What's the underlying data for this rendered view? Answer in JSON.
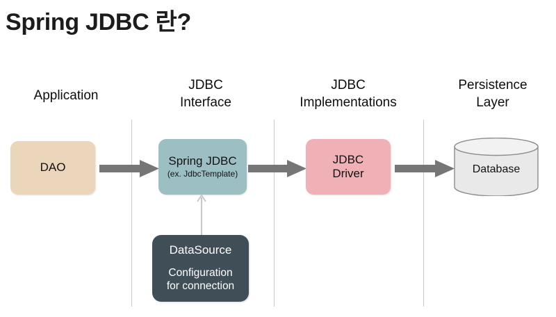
{
  "title": "Spring JDBC 란?",
  "columns": [
    {
      "id": "application",
      "label": "Application"
    },
    {
      "id": "jdbc-interface",
      "line1": "JDBC",
      "line2": "Interface"
    },
    {
      "id": "jdbc-implementations",
      "line1": "JDBC",
      "line2": "Implementations"
    },
    {
      "id": "persistence-layer",
      "line1": "Persistence",
      "line2": "Layer"
    }
  ],
  "nodes": {
    "dao": {
      "label": "DAO",
      "color": "#ecd6bb"
    },
    "spring_jdbc": {
      "label": "Spring JDBC",
      "sublabel": "(ex. JdbcTemplate)",
      "color": "#9cbfc4"
    },
    "jdbc_driver": {
      "line1": "JDBC",
      "line2": "Driver",
      "color": "#f0b1b6"
    },
    "database": {
      "label": "Database",
      "color": "#e8e8e8"
    },
    "datasource": {
      "title": "DataSource",
      "body_line1": "Configuration",
      "body_line2": "for connection",
      "color": "#3f4e57"
    }
  },
  "arrows": {
    "color": "#767676",
    "flow": [
      {
        "from": "dao",
        "to": "spring_jdbc"
      },
      {
        "from": "spring_jdbc",
        "to": "jdbc_driver"
      },
      {
        "from": "jdbc_driver",
        "to": "database"
      }
    ],
    "connector": {
      "from": "datasource",
      "to": "spring_jdbc",
      "style": "thin-open-arrow",
      "color": "#c9c9c9"
    }
  },
  "dividers": {
    "color": "#c9c9c9",
    "count": 3
  }
}
